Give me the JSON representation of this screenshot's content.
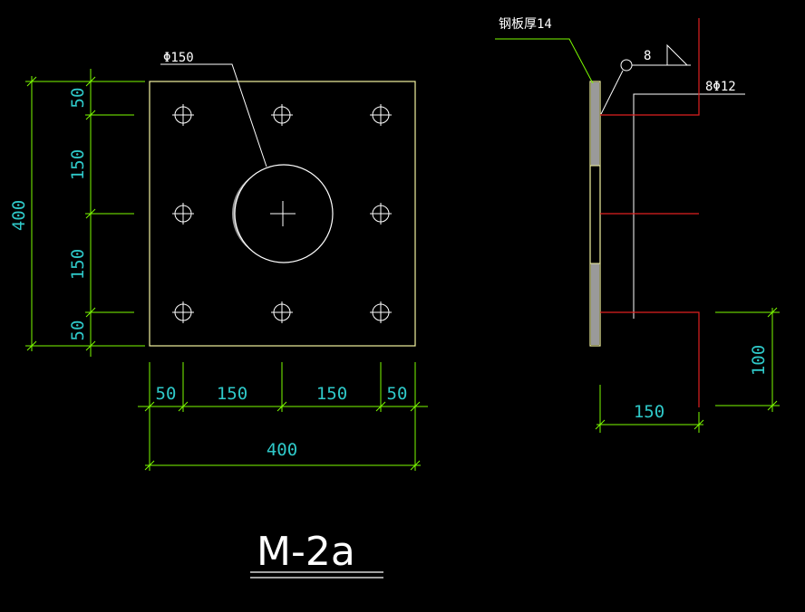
{
  "drawing": {
    "title": "M-2a",
    "plan_view": {
      "hole_label": "Φ150",
      "left_dims": [
        "50",
        "150",
        "150",
        "50"
      ],
      "left_total": "400",
      "bottom_dims": [
        "50",
        "150",
        "150",
        "50"
      ],
      "bottom_total": "400"
    },
    "section_view": {
      "plate_label": "钢板厚14",
      "weld_size": "8",
      "rebar_label": "8Φ12",
      "dim_height": "100",
      "dim_width": "150"
    }
  },
  "colors": {
    "background": "#000000",
    "dimension_text": "#2fc9c9",
    "dimension_line": "#7cfc00",
    "outline": "#f4f4a0",
    "rebar": "#e02020",
    "plate_fill": "#9a9a9a"
  }
}
